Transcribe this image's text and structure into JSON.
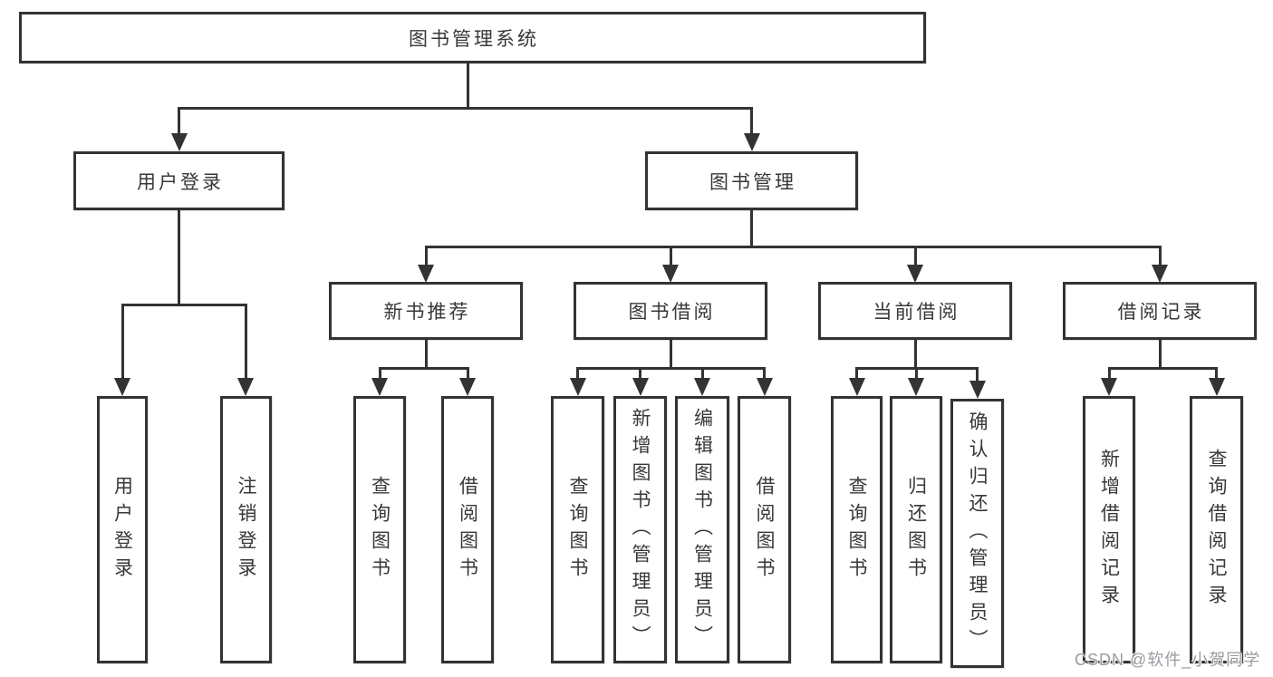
{
  "root": {
    "label": "图书管理系统"
  },
  "level2": [
    {
      "label": "用户登录",
      "leaves": [
        "用户登录",
        "注销登录"
      ]
    },
    {
      "label": "图书管理"
    }
  ],
  "level3": [
    {
      "label": "新书推荐",
      "leaves": [
        "查询图书",
        "借阅图书"
      ]
    },
    {
      "label": "图书借阅",
      "leaves": [
        "查询图书",
        "新增图书（管理员）",
        "编辑图书（管理员）",
        "借阅图书"
      ]
    },
    {
      "label": "当前借阅",
      "leaves": [
        "查询图书",
        "归还图书",
        "确认归还（管理员）"
      ]
    },
    {
      "label": "借阅记录",
      "leaves": [
        "新增借阅记录",
        "查询借阅记录"
      ]
    }
  ],
  "watermark": {
    "text": "CSDN @软件_小贺同学"
  },
  "colors": {
    "line": "#333333",
    "text": "#383838",
    "watermark": "#96969c",
    "background": "#ffffff"
  }
}
